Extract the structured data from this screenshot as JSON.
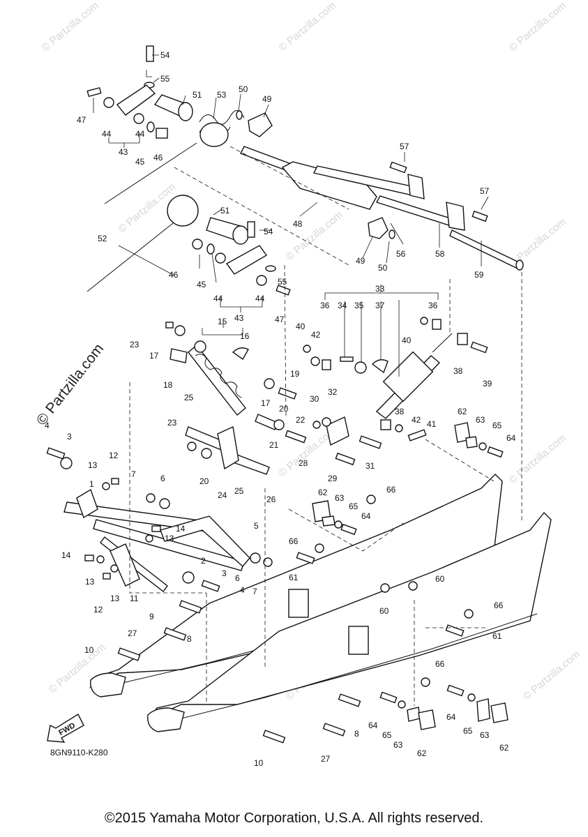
{
  "diagram": {
    "drawing_code": "8GN9110-K280",
    "fwd_label": "FWD",
    "copyright": "©2015 Yamaha Motor Corporation, U.S.A. All rights reserved.",
    "watermark_main": "© Partzilla.com",
    "watermark_small": "© Partzilla.com",
    "callouts": [
      "1",
      "2",
      "3",
      "4",
      "5",
      "6",
      "7",
      "8",
      "9",
      "10",
      "11",
      "12",
      "13",
      "14",
      "15",
      "16",
      "17",
      "18",
      "19",
      "20",
      "21",
      "22",
      "23",
      "24",
      "25",
      "26",
      "27",
      "28",
      "29",
      "30",
      "31",
      "32",
      "33",
      "34",
      "35",
      "36",
      "37",
      "38",
      "39",
      "40",
      "41",
      "42",
      "43",
      "44",
      "45",
      "46",
      "47",
      "48",
      "49",
      "50",
      "51",
      "52",
      "53",
      "54",
      "55",
      "56",
      "57",
      "58",
      "59",
      "60",
      "61",
      "62",
      "63",
      "64",
      "65",
      "66"
    ]
  }
}
